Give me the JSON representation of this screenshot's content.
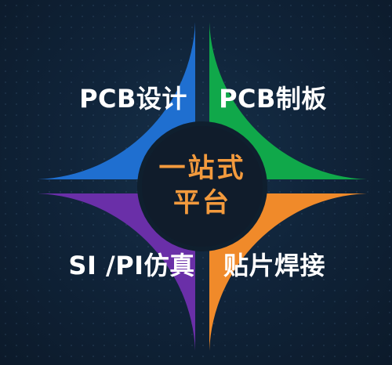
{
  "diagram": {
    "center": {
      "line1": "一站式",
      "line2": "平台",
      "text_color": "#f39a3d",
      "fill": "#101c2b"
    },
    "quadrants": [
      {
        "label": "PCB设计",
        "color": "#1f6fd0"
      },
      {
        "label": "PCB制板",
        "color": "#10a84a"
      },
      {
        "label": "SI /PI仿真",
        "color": "#6a2fa8"
      },
      {
        "label": "贴片焊接",
        "color": "#f08a2a"
      }
    ],
    "divider_color": "#0f1f2e"
  }
}
